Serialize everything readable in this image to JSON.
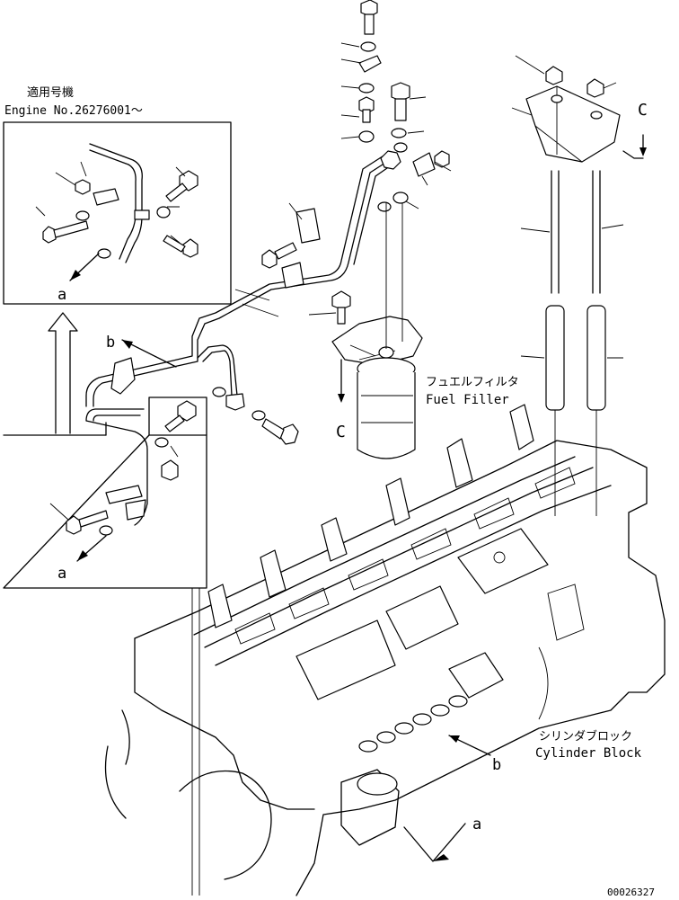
{
  "applicability": {
    "heading": "適用号機",
    "engine_no": "Engine No.26276001～"
  },
  "callouts": {
    "a_upper": "a",
    "a_lower": "a",
    "a_engine": "a",
    "b_top": "b",
    "b_engine": "b",
    "c_bracket": "C",
    "c_filter": "C"
  },
  "fuel_filter": {
    "jp": "フュエルフィルタ",
    "en": "Fuel Filler"
  },
  "cylinder_block": {
    "jp": "シリンダブロック",
    "en": "Cylinder Block"
  },
  "figure_id": "00026327"
}
